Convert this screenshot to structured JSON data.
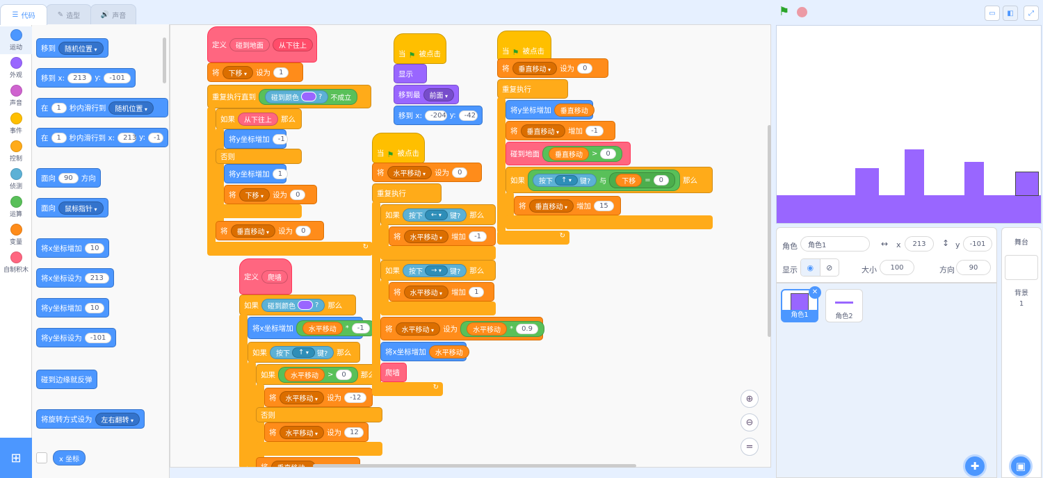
{
  "tabs": {
    "code": "代码",
    "costumes": "造型",
    "sounds": "声音"
  },
  "categories": [
    {
      "label": "运动",
      "color": "#4c97ff"
    },
    {
      "label": "外观",
      "color": "#9966ff"
    },
    {
      "label": "声音",
      "color": "#cf63cf"
    },
    {
      "label": "事件",
      "color": "#ffbf00"
    },
    {
      "label": "控制",
      "color": "#ffab19"
    },
    {
      "label": "侦测",
      "color": "#5cb1d6"
    },
    {
      "label": "运算",
      "color": "#59c059"
    },
    {
      "label": "变量",
      "color": "#ff8c1a"
    },
    {
      "label": "自制积木",
      "color": "#ff6680"
    }
  ],
  "palette": {
    "goto": "移到",
    "random_pos": "随机位置",
    "gotoxy": "移到 x:",
    "x213": "213",
    "y_label": "y:",
    "ym101": "-101",
    "glide_in": "在",
    "one": "1",
    "glide_to": "秒内滑行到",
    "glide_to_xy": "秒内滑行到 x:",
    "y_trunc": "y:",
    "trunc_val": "-1",
    "face": "面向",
    "ninety": "90",
    "direction": "方向",
    "face_towards": "面向",
    "mouse": "鼠标指针",
    "change_x": "将x坐标增加",
    "ten": "10",
    "set_x": "将x坐标设为",
    "change_y": "将y坐标增加",
    "set_y": "将y坐标设为",
    "bounce": "碰到边缘就反弹",
    "rotation": "将旋转方式设为",
    "left_right": "左右翻转",
    "x_pos": "x 坐标"
  },
  "ws": {
    "define": "定义",
    "touch_ground": "碰到地面",
    "bottom_up": "从下往上",
    "set": "将",
    "down": "下移",
    "set_to": "设为",
    "one": "1",
    "repeat_until": "重复执行直到",
    "touching_color": "碰到颜色",
    "q": "?",
    "not": "不成立",
    "if": "如果",
    "then": "那么",
    "change_y": "将y坐标增加",
    "neg1": "-1",
    "else": "否则",
    "zero": "0",
    "vmove": "垂直移动",
    "define2": "定义",
    "climb": "爬墙",
    "change_x": "将x坐标增加",
    "hmove": "水平移动",
    "times": "*",
    "key_pressed": "按下",
    "up_arrow": "↑",
    "key_q": "键?",
    "gt": ">",
    "neg12": "-12",
    "twelve": "12",
    "when_flag": "当",
    "clicked": "被点击",
    "show": "显示",
    "go_layer": "移到最",
    "front": "前面",
    "gotox": "移到 x:",
    "xm204": "-204",
    "y": "y:",
    "ym42": "-42",
    "repeat": "重复执行",
    "left_arrow": "←",
    "right_arrow": "→",
    "change": "增加",
    "pos1": "1",
    "zp9": "0.9",
    "and": "与",
    "eq": "=",
    "fifteen": "15"
  },
  "stage": {
    "green_flag": "flag-icon",
    "stop": "stop-icon"
  },
  "sprite_info": {
    "label_sprite": "角色",
    "name": "角色1",
    "x_label": "x",
    "x_val": "213",
    "y_label": "y",
    "y_val": "-101",
    "show": "显示",
    "size_label": "大小",
    "size_val": "100",
    "dir_label": "方向",
    "dir_val": "90"
  },
  "sprites": [
    {
      "name": "角色1"
    },
    {
      "name": "角色2"
    }
  ],
  "stage_pane": {
    "title": "舞台",
    "backdrop": "背景",
    "count": "1"
  },
  "colors": {
    "accent": "#4c97ff",
    "sprite_purple": "#9966ff"
  }
}
